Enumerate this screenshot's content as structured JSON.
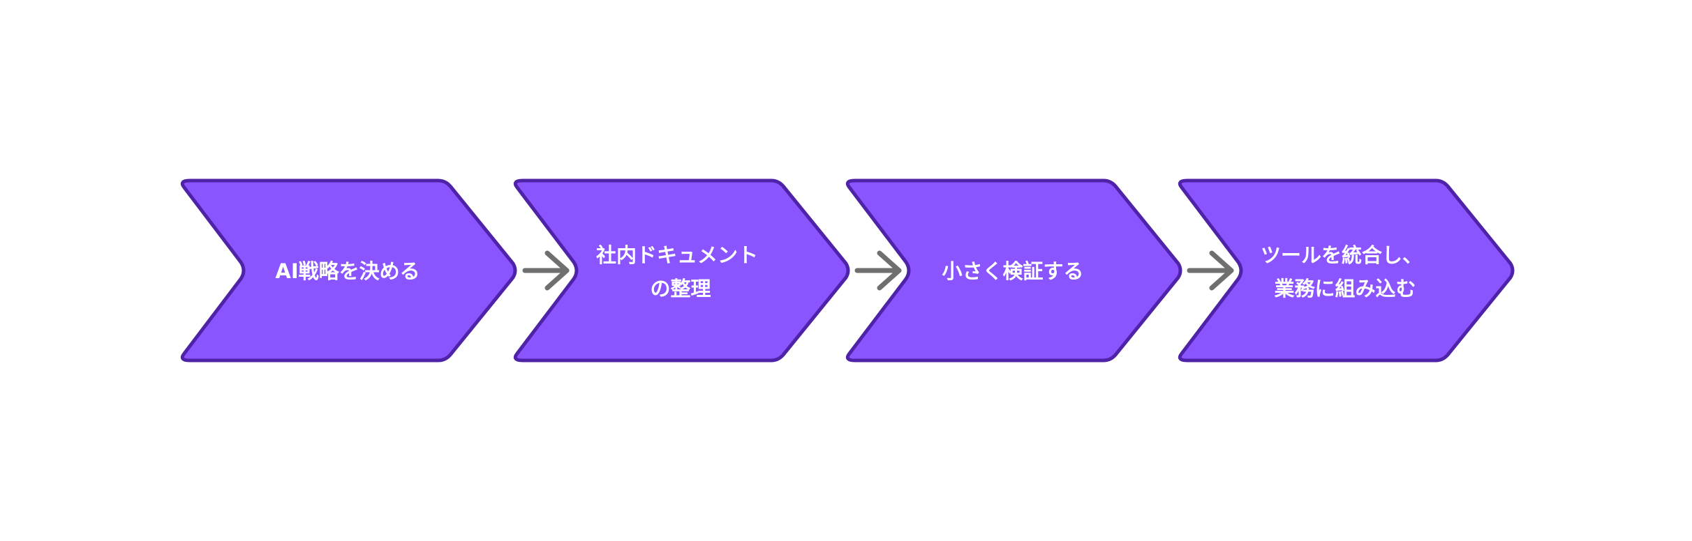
{
  "diagram": {
    "colors": {
      "step_fill": "#8a55ff",
      "step_stroke": "#4f23a8",
      "step_text": "#ffffff",
      "connector": "#6f6f6f",
      "background": "#ffffff"
    },
    "steps": [
      {
        "lines": [
          "AI戦略を決める"
        ]
      },
      {
        "lines": [
          "社内ドキュメント",
          "の整理"
        ]
      },
      {
        "lines": [
          "小さく検証する"
        ]
      },
      {
        "lines": [
          "ツールを統合し、",
          "業務に組み込む"
        ]
      }
    ],
    "connector_icon": "arrow-right-icon"
  }
}
